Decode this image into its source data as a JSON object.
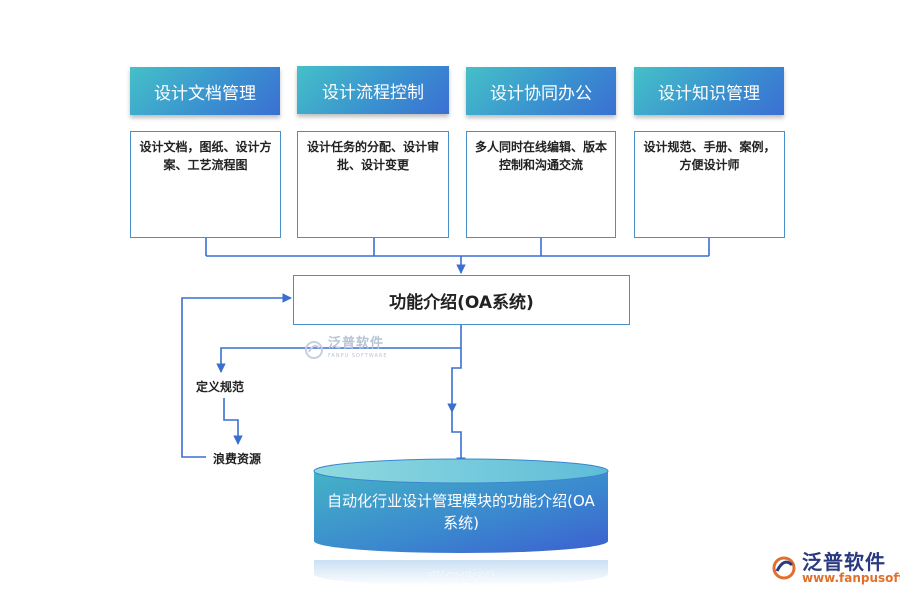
{
  "modules": [
    {
      "title": "设计文档管理",
      "desc": "设计文档，图纸、设计方案、工艺流程图"
    },
    {
      "title": "设计流程控制",
      "desc": "设计任务的分配、设计审批、设计变更"
    },
    {
      "title": "设计协同办公",
      "desc": "多人同时在线编辑、版本控制和沟通交流"
    },
    {
      "title": "设计知识管理",
      "desc": "设计规范、手册、案例，方便设计师"
    }
  ],
  "center": {
    "label": "功能介绍(OA系统)"
  },
  "side_nodes": {
    "define": "定义规范",
    "waste": "浪费资源"
  },
  "cylinder": {
    "label": "自动化行业设计管理模块的功能介绍(OA系统)",
    "reflection": "绍(OA系统)"
  },
  "watermark": {
    "name": "泛普软件",
    "sub": "FANPU SOFTWARE"
  },
  "logo": {
    "name": "泛普软件",
    "url": "www.fanpusoft.com"
  },
  "colors": {
    "accent": "#3a93cf",
    "line": "#3a6fd0",
    "logo_orange": "#e2702c",
    "logo_navy": "#2a3a80"
  }
}
